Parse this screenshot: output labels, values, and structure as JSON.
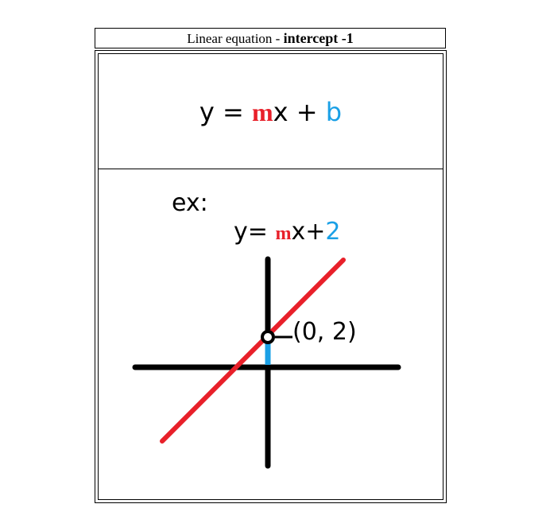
{
  "header": {
    "title_prefix": "Linear equation - ",
    "title_strong": "intercept",
    "title_suffix": " -1"
  },
  "formula": {
    "y": "y",
    "equals": " = ",
    "m": "m",
    "x": "x",
    "plus": " + ",
    "b": "b"
  },
  "example": {
    "label": "ex:",
    "y": "y",
    "equals": "= ",
    "m": "m",
    "x": "x",
    "plus": "+",
    "intercept_value": "2",
    "point_label": "(0, 2)"
  },
  "colors": {
    "slope": "#e8202a",
    "intercept": "#1aa0e6",
    "axes": "#000000"
  }
}
